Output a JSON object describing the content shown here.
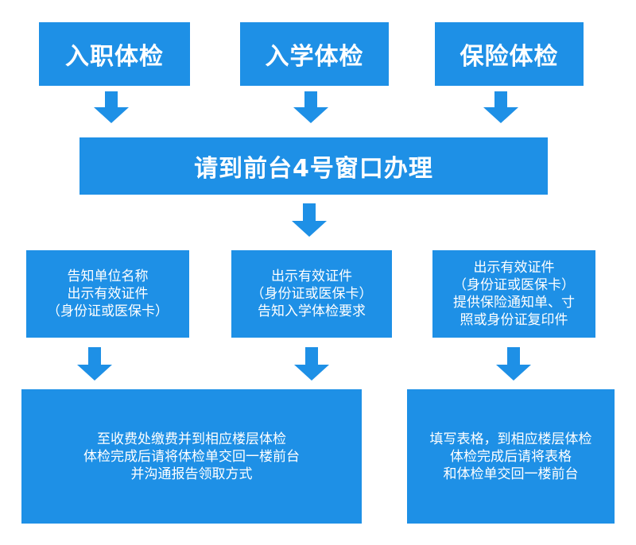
{
  "colors": {
    "box_fill": "#1e90e6",
    "text": "#ffffff",
    "arrow": "#1e90e6",
    "background": "#ffffff"
  },
  "top_row": [
    {
      "label": "入职体检"
    },
    {
      "label": "入学体检"
    },
    {
      "label": "保险体检"
    }
  ],
  "center": {
    "label": "请到前台4号窗口办理"
  },
  "middle_row": [
    {
      "lines": [
        "告知单位名称",
        "出示有效证件",
        "（身份证或医保卡）"
      ]
    },
    {
      "lines": [
        "出示有效证件",
        "（身份证或医保卡）",
        "告知入学体检要求"
      ]
    },
    {
      "lines": [
        "出示有效证件",
        "（身份证或医保卡）",
        "提供保险通知单、寸",
        "照或身份证复印件"
      ]
    }
  ],
  "bottom_row": [
    {
      "lines": [
        "至收费处缴费并到相应楼层体检",
        "体检完成后请将体检单交回一楼前台",
        "并沟通报告领取方式"
      ]
    },
    {
      "lines": [
        "填写表格，到相应楼层体检",
        "体检完成后请将表格",
        "和体检单交回一楼前台"
      ]
    }
  ]
}
